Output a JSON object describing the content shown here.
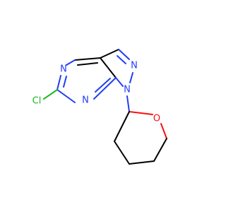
{
  "atoms": {
    "n_pyrimidine_top": {
      "label": "N",
      "color": "#1f3ef5"
    },
    "n_pyrazole_2": {
      "label": "N",
      "color": "#1f3ef5"
    },
    "n_pyrazole_1": {
      "label": "N",
      "color": "#1f3ef5"
    },
    "n_pyrimidine_bottom": {
      "label": "N",
      "color": "#1f3ef5"
    },
    "chlorine": {
      "label": "Cl",
      "color": "#1fb71f"
    },
    "oxygen": {
      "label": "O",
      "color": "#ff0d0d"
    }
  },
  "colors": {
    "bond": "#000000",
    "nitrogen": "#1f3ef5",
    "oxygen": "#ff0d0d",
    "chlorine": "#1fb71f"
  }
}
